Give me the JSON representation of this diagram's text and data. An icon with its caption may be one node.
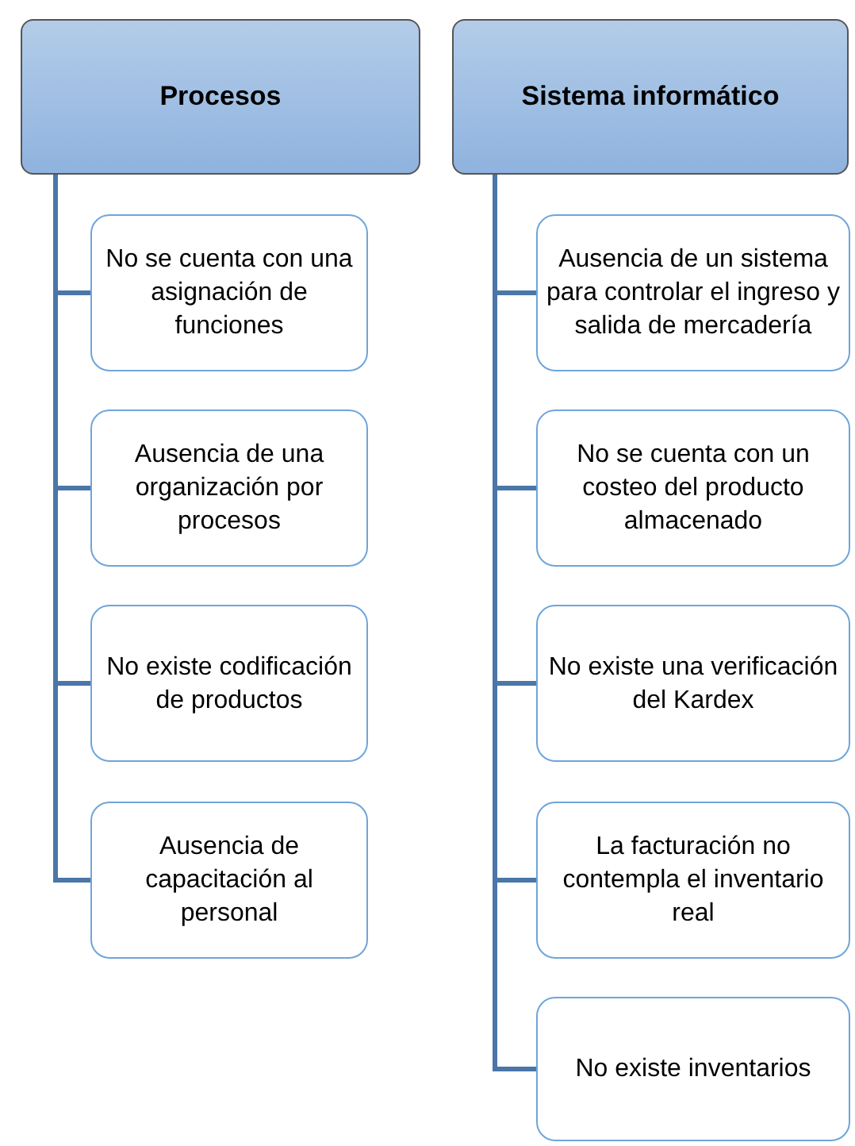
{
  "diagram": {
    "nodes": [
      {
        "text": [
          "Procesos"
        ]
      },
      {
        "text": [
          "No se cuenta con una asignación de funciones"
        ]
      },
      {
        "text": [
          "Ausencia de una organización por procesos"
        ]
      },
      {
        "text": [
          "No existe codificación de productos"
        ]
      },
      {
        "text": [
          "Ausencia de capacitación al personal"
        ]
      },
      {
        "text": [
          "Sistema informático"
        ]
      },
      {
        "text": [
          "Ausencia de un sistema para controlar el ingreso y salida de mercadería"
        ]
      },
      {
        "text": [
          "No se cuenta con un costeo del producto almacenado"
        ]
      },
      {
        "text": [
          "No existe una verificación del Kardex"
        ]
      },
      {
        "text": [
          "La facturación no contempla el inventario real"
        ]
      },
      {
        "text": [
          "No existe inventarios"
        ]
      }
    ],
    "edges": [
      {
        "from": 0,
        "to": 1,
        "arrow": "none"
      },
      {
        "from": 0,
        "to": 2,
        "arrow": "none"
      },
      {
        "from": 0,
        "to": 3,
        "arrow": "none"
      },
      {
        "from": 0,
        "to": 4,
        "arrow": "none"
      },
      {
        "from": 5,
        "to": 6,
        "arrow": "none"
      },
      {
        "from": 5,
        "to": 7,
        "arrow": "none"
      },
      {
        "from": 5,
        "to": 8,
        "arrow": "none"
      },
      {
        "from": 5,
        "to": 9,
        "arrow": "none"
      },
      {
        "from": 5,
        "to": 10,
        "arrow": "none"
      }
    ]
  }
}
